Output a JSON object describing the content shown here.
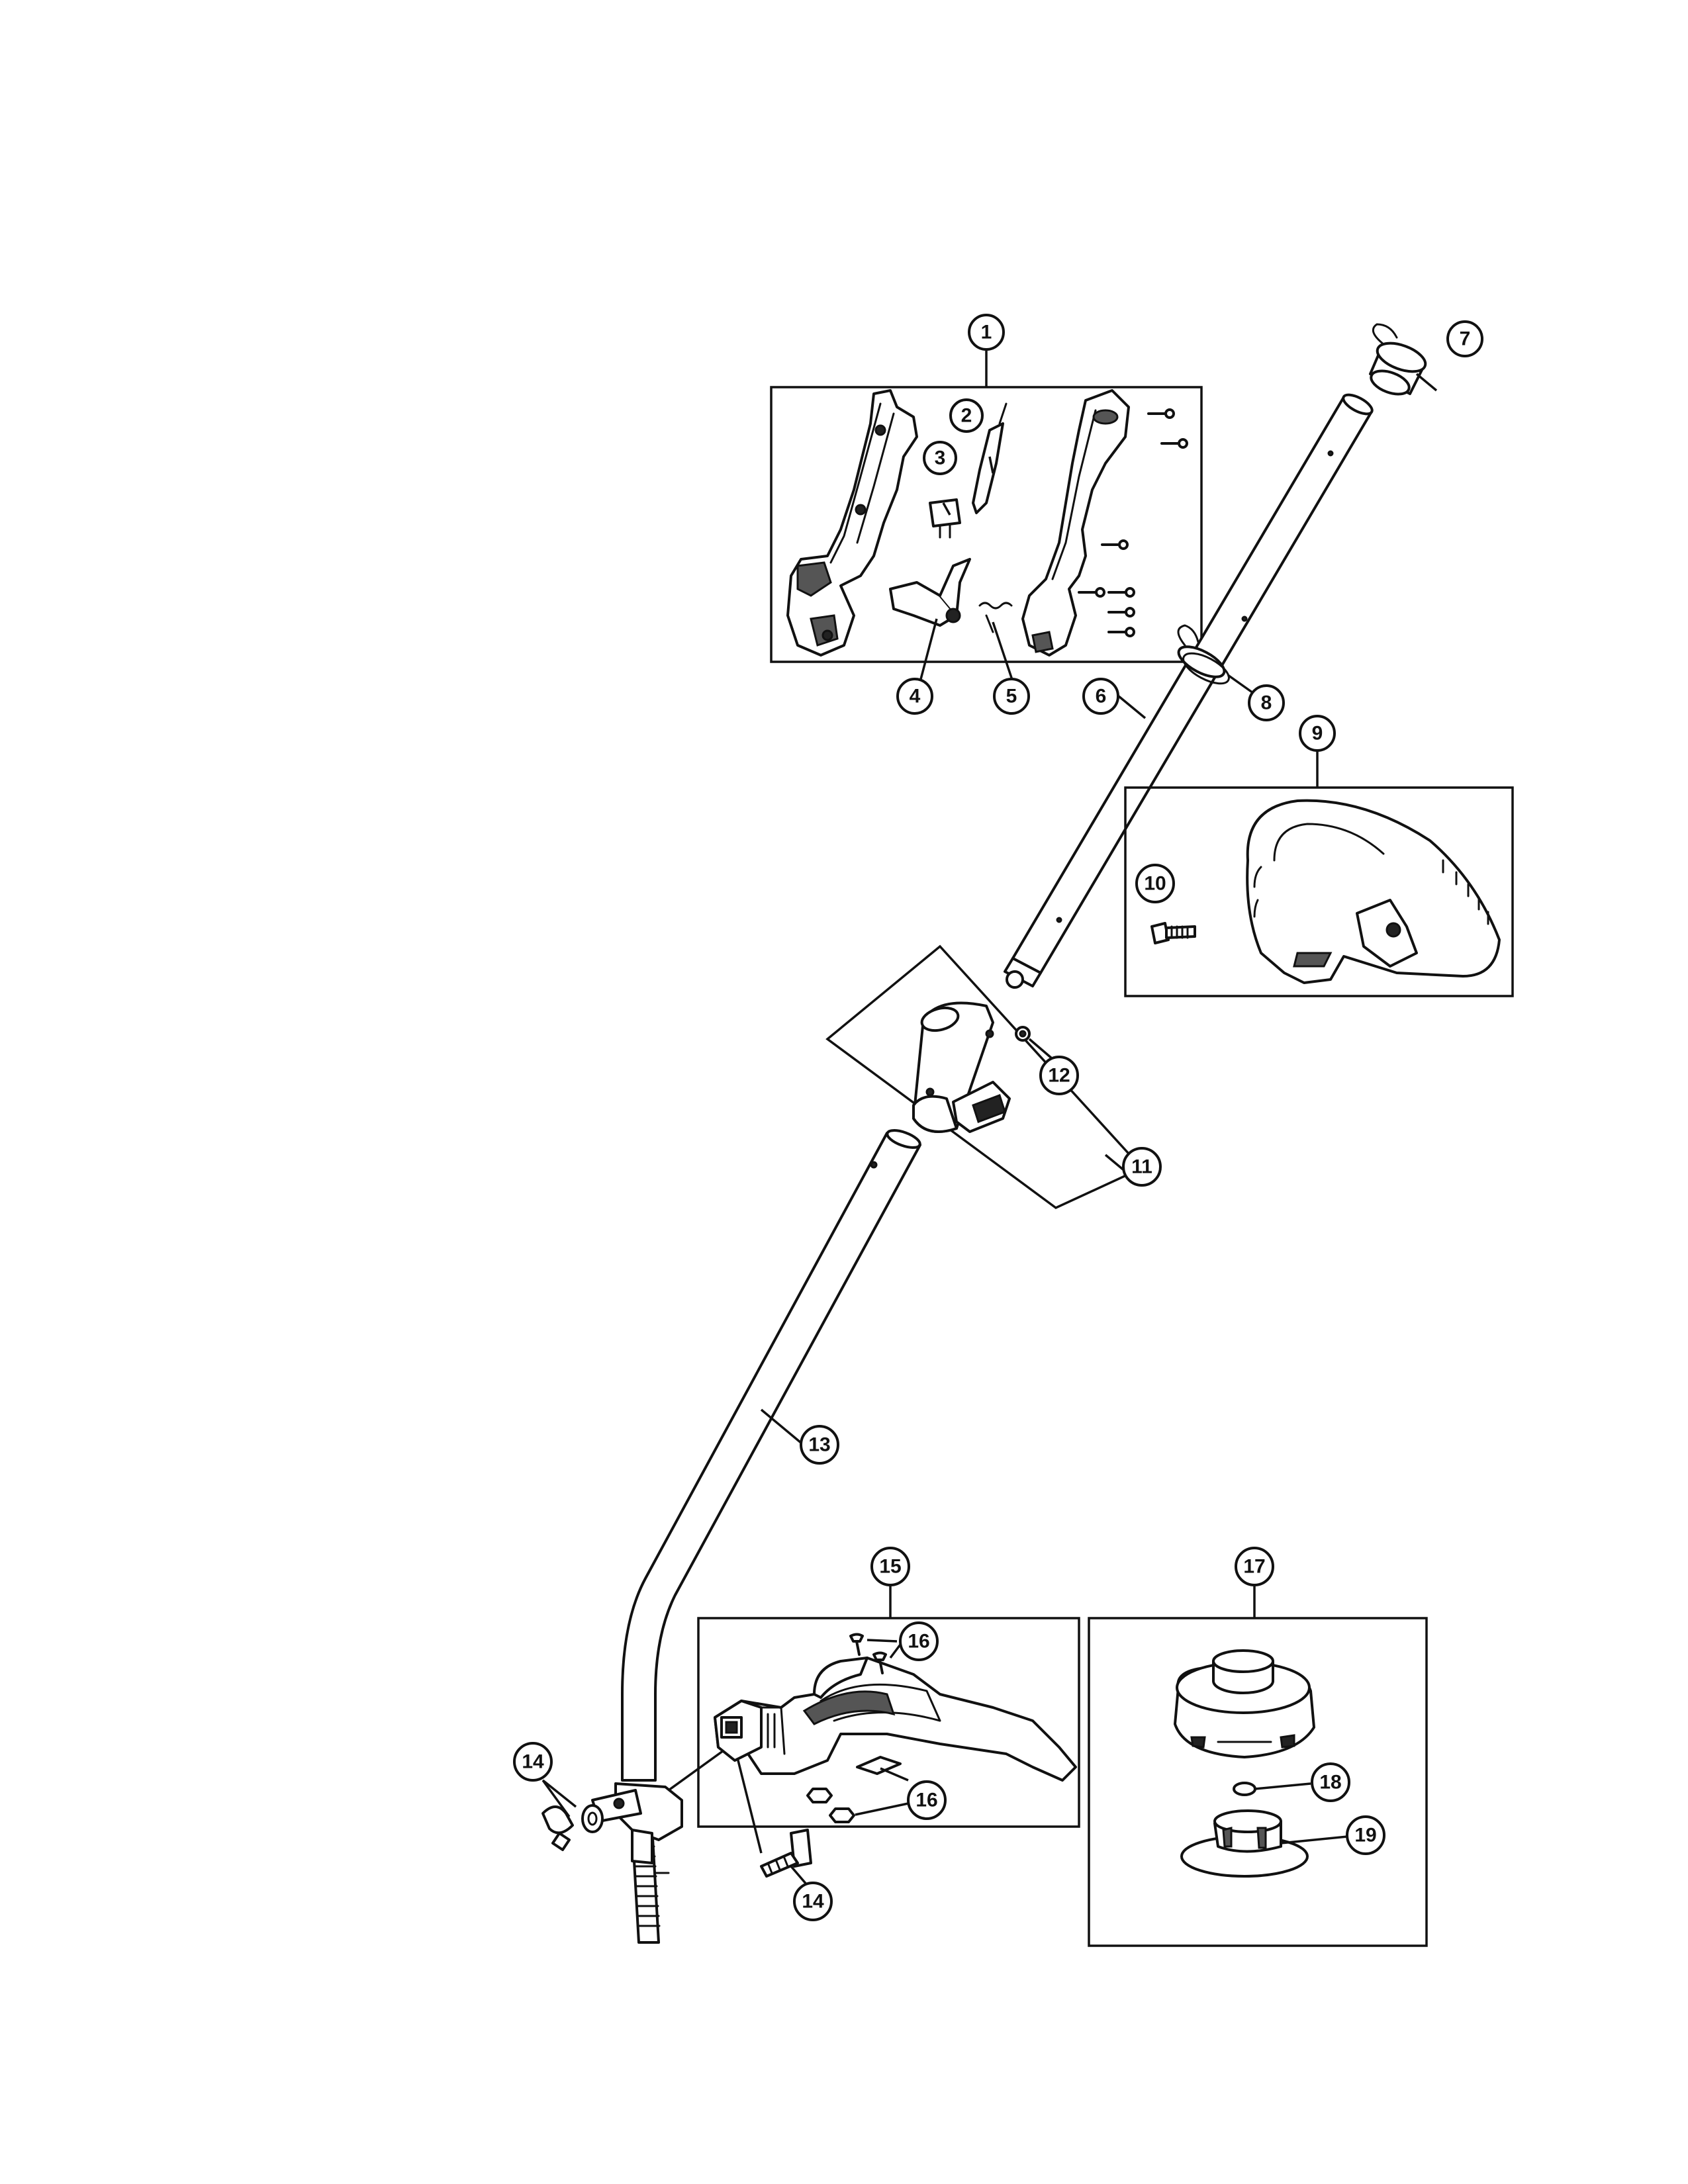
{
  "callouts": [
    {
      "id": "c1",
      "label": "1"
    },
    {
      "id": "c2",
      "label": "2"
    },
    {
      "id": "c3",
      "label": "3"
    },
    {
      "id": "c4",
      "label": "4"
    },
    {
      "id": "c5",
      "label": "5"
    },
    {
      "id": "c6",
      "label": "6"
    },
    {
      "id": "c7",
      "label": "7"
    },
    {
      "id": "c8",
      "label": "8"
    },
    {
      "id": "c9",
      "label": "9"
    },
    {
      "id": "c10",
      "label": "10"
    },
    {
      "id": "c11",
      "label": "11"
    },
    {
      "id": "c12",
      "label": "12"
    },
    {
      "id": "c13",
      "label": "13"
    },
    {
      "id": "c14a",
      "label": "14"
    },
    {
      "id": "c14b",
      "label": "14"
    },
    {
      "id": "c15",
      "label": "15"
    },
    {
      "id": "c16a",
      "label": "16"
    },
    {
      "id": "c16b",
      "label": "16"
    },
    {
      "id": "c17",
      "label": "17"
    },
    {
      "id": "c18",
      "label": "18"
    },
    {
      "id": "c19",
      "label": "19"
    }
  ]
}
